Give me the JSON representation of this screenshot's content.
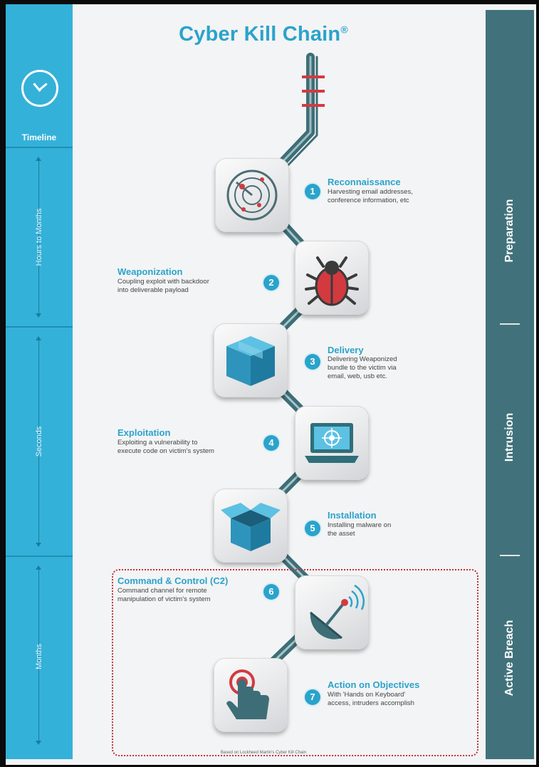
{
  "title": "Cyber Kill Chain",
  "title_mark": "®",
  "timeline": {
    "title": "Timeline",
    "segments": [
      "Hours to Months",
      "Seconds",
      "Months"
    ]
  },
  "phases": [
    "Preparation",
    "Intrusion",
    "Active Breach"
  ],
  "steps": [
    {
      "number": "1",
      "title": "Reconnaissance",
      "desc": "Harvesting email addresses,\nconference information, etc",
      "icon": "radar-icon"
    },
    {
      "number": "2",
      "title": "Weaponization",
      "desc": "Coupling exploit with backdoor\ninto deliverable payload",
      "icon": "bug-icon"
    },
    {
      "number": "3",
      "title": "Delivery",
      "desc": "Delivering Weaponized\nbundle to the victim via\nemail, web, usb etc.",
      "icon": "package-icon"
    },
    {
      "number": "4",
      "title": "Exploitation",
      "desc": "Exploiting a vulnerability to\nexecute code on victim's system",
      "icon": "laptop-target-icon"
    },
    {
      "number": "5",
      "title": "Installation",
      "desc": "Installing malware on\nthe asset",
      "icon": "open-box-icon"
    },
    {
      "number": "6",
      "title": "Command & Control (C2)",
      "desc": "Command channel for remote\nmanipulation of victim's system",
      "icon": "satellite-dish-icon"
    },
    {
      "number": "7",
      "title": "Action on Objectives",
      "desc": "With 'Hands on Keyboard'\naccess, intruders accomplish",
      "icon": "finger-press-button-icon"
    }
  ],
  "footer": "Based on Lockheed Martin's Cyber Kill Chain",
  "colors": {
    "accent": "#2ba3cb",
    "timeline": "#34b1d9",
    "phase_bar": "#41727b",
    "breach_border": "#c0323a",
    "cable": "#3d6e77",
    "icon_red": "#d33a40"
  }
}
